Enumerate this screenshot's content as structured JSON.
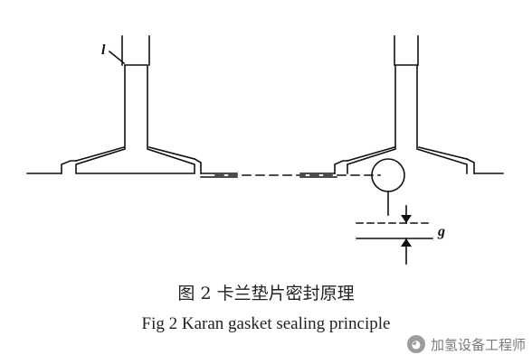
{
  "labels": {
    "l": "l",
    "g": "g"
  },
  "caption": {
    "chinese": "图 2    卡兰垫片密封原理",
    "english": "Fig 2    Karan gasket sealing principle"
  },
  "watermark": {
    "text": "加氢设备工程师"
  },
  "colors": {
    "line": "#111111",
    "text": "#222222",
    "watermark": "#7a7a7a"
  }
}
